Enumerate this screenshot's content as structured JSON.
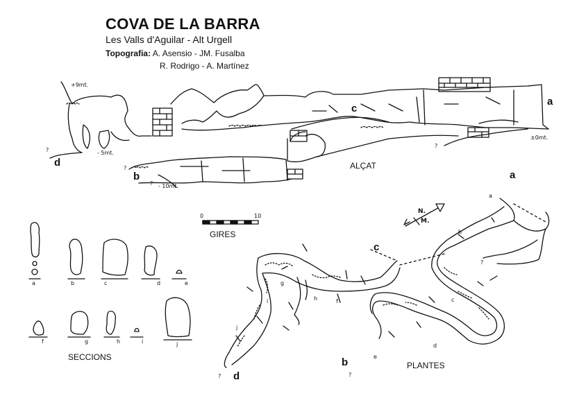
{
  "header": {
    "title": "COVA DE LA BARRA",
    "subtitle": "Les Valls d'Aguilar - Alt Urgell",
    "credits_label": "Topografia:",
    "credits_line1": "A. Asensio - JM. Fusalba",
    "credits_line2": "R. Rodrigo - A. Martínez"
  },
  "sections": {
    "elevation_label": "ALÇAT",
    "plan_label": "PLANTES",
    "cross_sections_label": "SECCIONS"
  },
  "scale": {
    "label": "GIRES",
    "start": "0",
    "end": "10"
  },
  "north": {
    "n_label": "N.",
    "m_label": "M."
  },
  "elevation_marks": {
    "plus9": "+9mt.",
    "minus5": "- 5mt.",
    "minus10": "- 10mt.",
    "zero": "±0mt.",
    "question": "?"
  },
  "point_labels": {
    "a": "a",
    "b": "b",
    "c": "c",
    "d": "d",
    "e": "e",
    "f": "f",
    "g": "g",
    "h": "h",
    "i": "i",
    "j": "j"
  }
}
